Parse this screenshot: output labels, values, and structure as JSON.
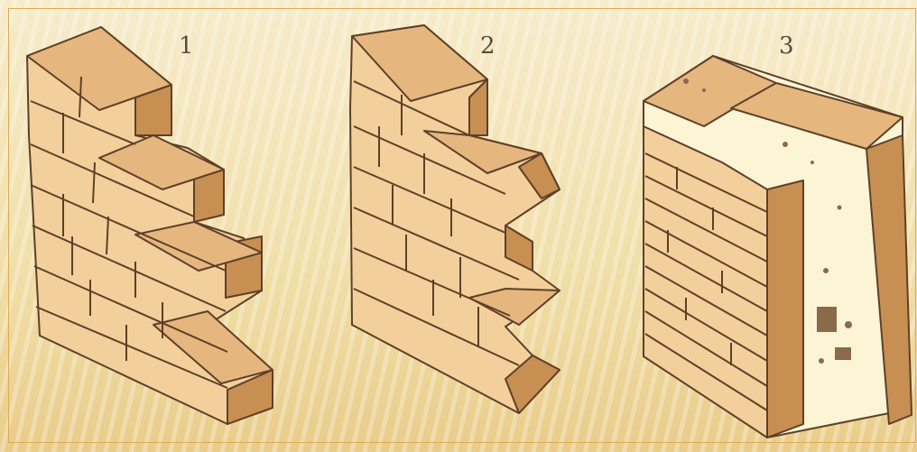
{
  "colors": {
    "brick_light": "#f3cf9b",
    "brick_mid": "#e6b67f",
    "brick_dark": "#c88f52",
    "outline": "#5e4028",
    "fill_material": "#fbf5d6",
    "background": "#f3e4b6",
    "frame": "#e0aa52"
  },
  "figures": [
    {
      "label": "1",
      "kind": "brick-wall-staggered"
    },
    {
      "label": "2",
      "kind": "brick-wall-mixed-bond"
    },
    {
      "label": "3",
      "kind": "brick-wall-with-fill"
    }
  ]
}
